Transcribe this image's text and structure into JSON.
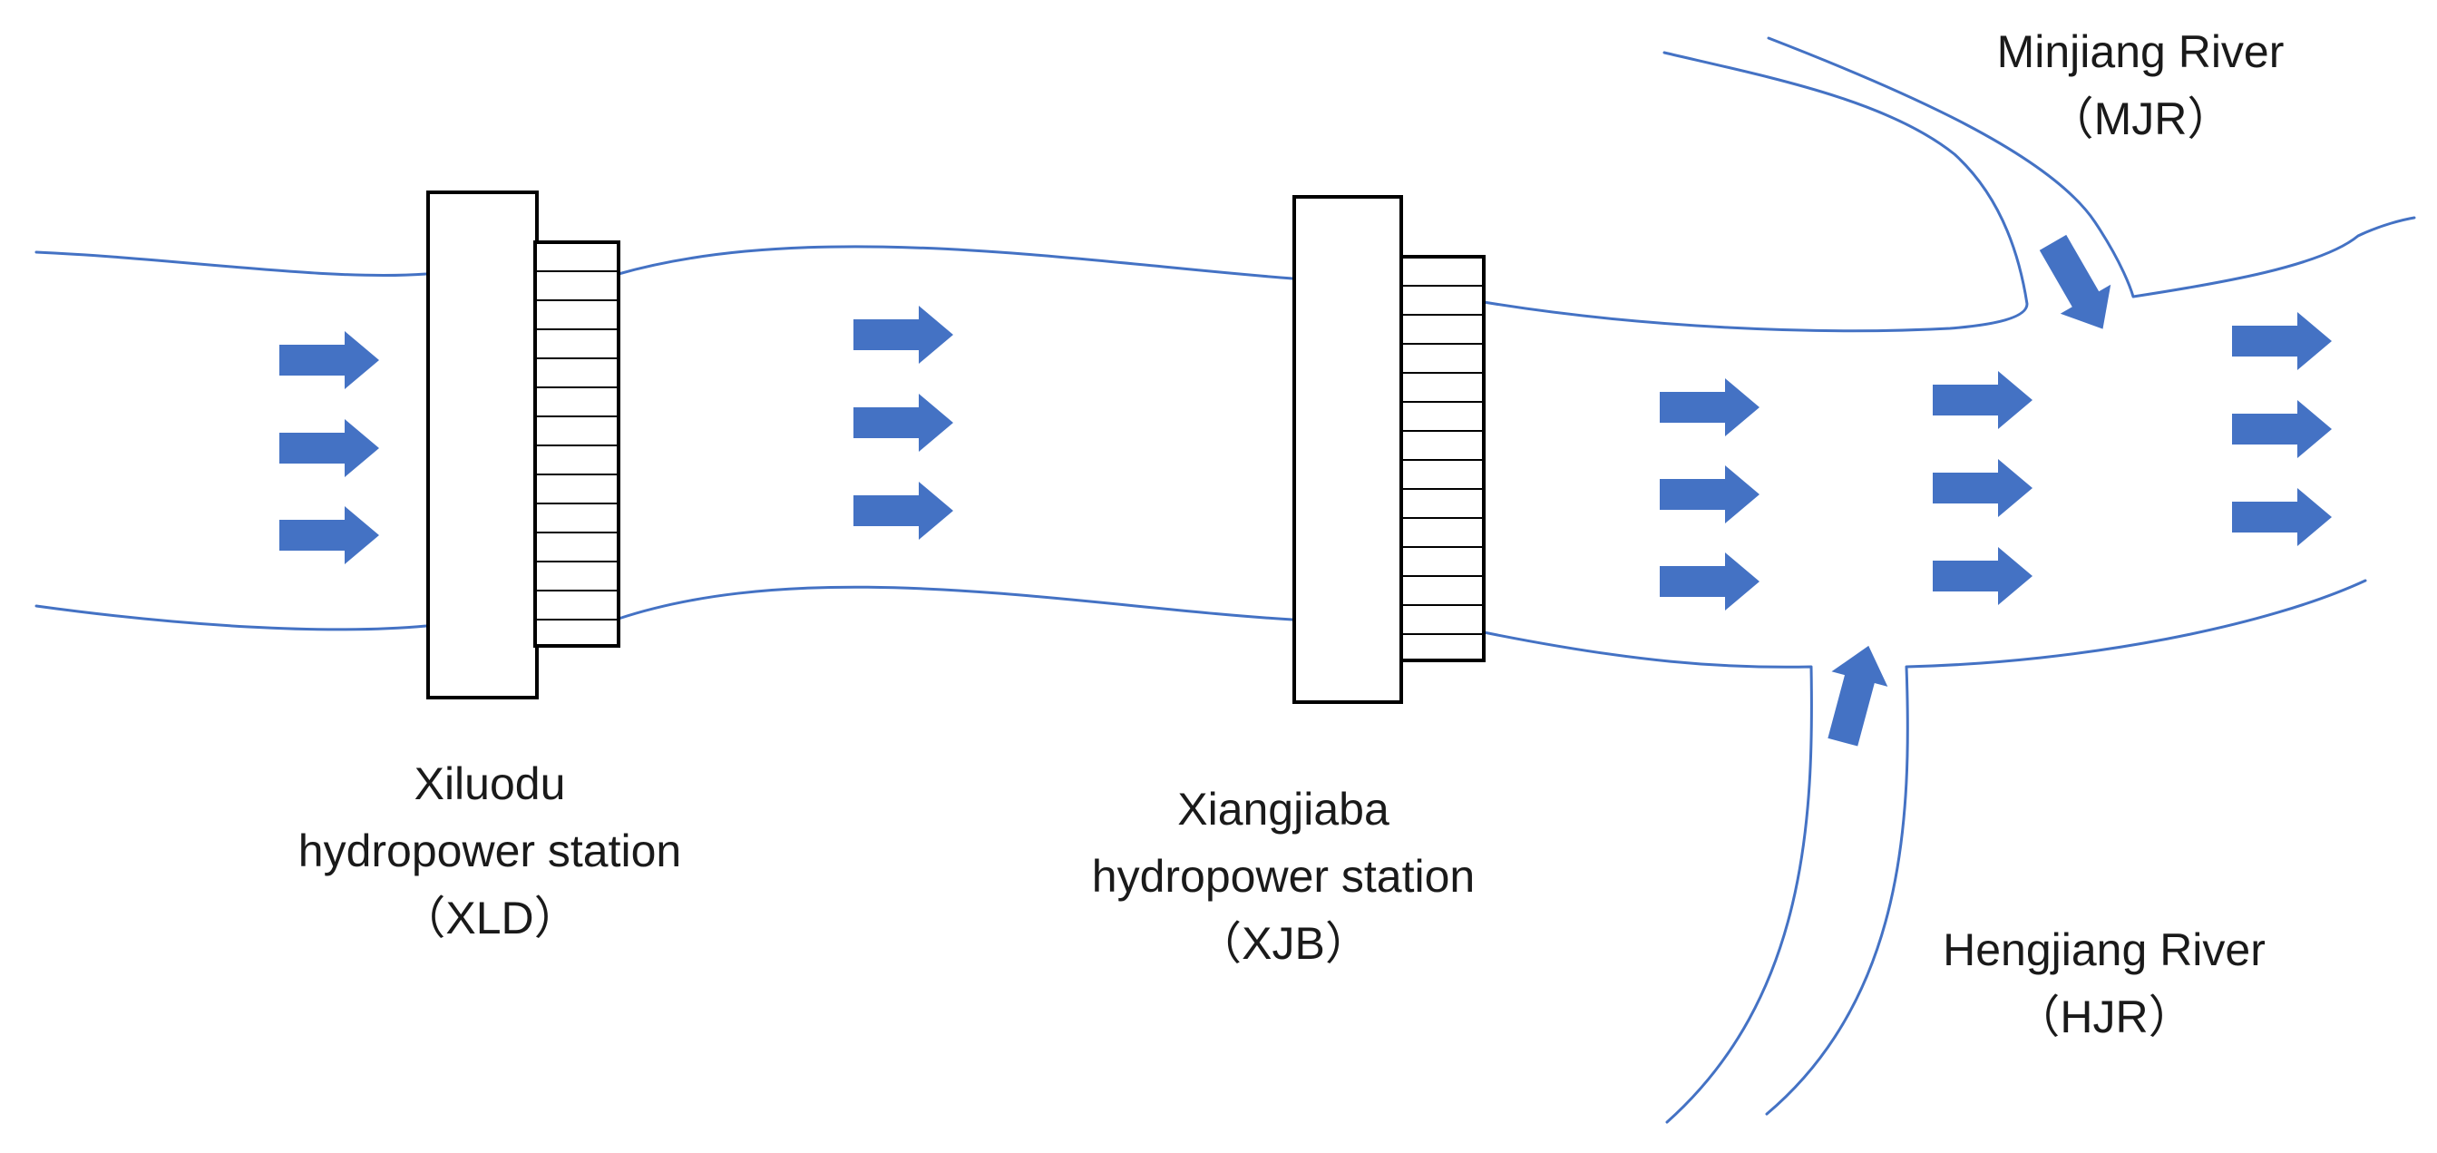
{
  "colors": {
    "river": "#4472C4",
    "arrow": "#4472C4",
    "structure": "#000000"
  },
  "stations": [
    {
      "name_line1": "Xiluodu",
      "name_line2": "hydropower station",
      "abbr": "（XLD）"
    },
    {
      "name_line1": "Xiangjiaba",
      "name_line2": "hydropower station",
      "abbr": "（XJB）"
    }
  ],
  "rivers": [
    {
      "name": "Minjiang River",
      "abbr": "（MJR）"
    },
    {
      "name": "Hengjiang River",
      "abbr": "（HJR）"
    }
  ],
  "icons": {
    "flow": "flow-arrow-icon",
    "dam": "dam-icon",
    "gate": "spillway-gate-icon"
  }
}
